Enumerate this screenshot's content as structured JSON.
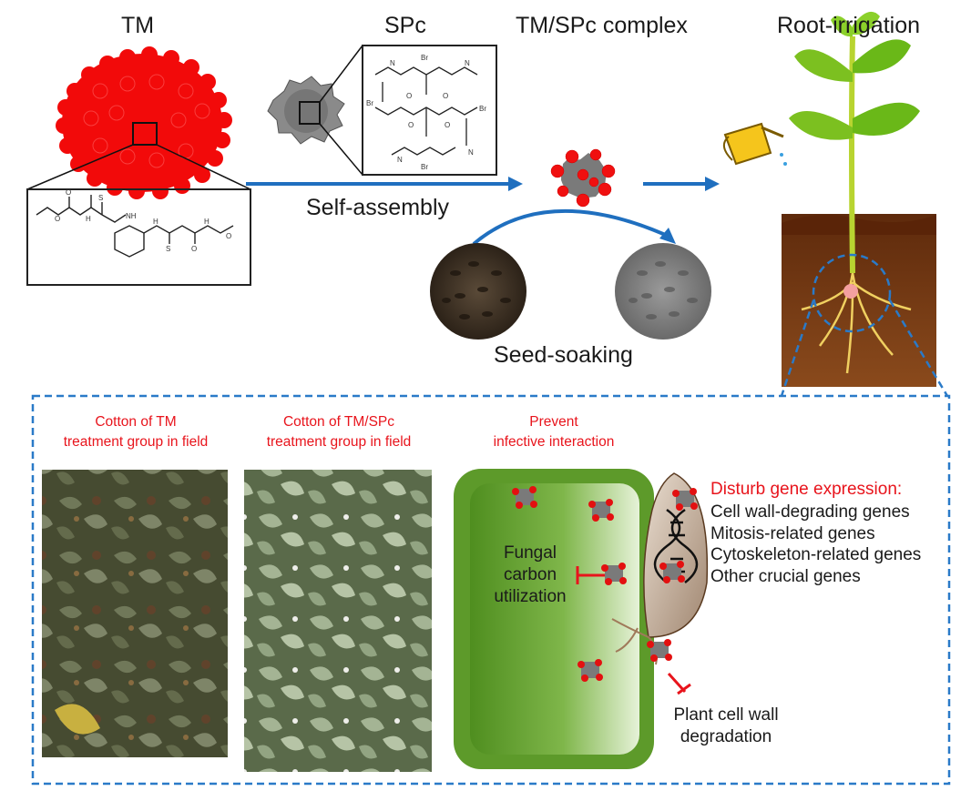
{
  "top": {
    "tm_title": "TM",
    "spc_title": "SPc",
    "complex_title": "TM/SPc complex",
    "irrigation_title": "Root-irrigation",
    "self_assembly": "Self-assembly",
    "seed_soaking": "Seed-soaking"
  },
  "bottom": {
    "tm_field_caption": [
      "Cotton of TM",
      "treatment group in field"
    ],
    "tmspc_field_caption": [
      "Cotton of TM/SPc",
      "treatment group in field"
    ],
    "prevent_caption": [
      "Prevent",
      "infective interaction"
    ],
    "fungal_text": [
      "Fungal",
      "carbon",
      "utilization"
    ],
    "disturb_title": "Disturb gene expression:",
    "genes": [
      "Cell wall-degrading genes",
      "Mitosis-related genes",
      "Cytoskeleton-related genes",
      "Other crucial genes"
    ],
    "plant_wall_text": [
      "Plant cell wall",
      "degradation"
    ]
  },
  "colors": {
    "accent_red": "#e8141c",
    "arrow_blue": "#1f6fbf",
    "dashed_blue": "#2a7ac8",
    "cell_green": "#5d9a2a",
    "soil_brown": "#7a3a14"
  }
}
